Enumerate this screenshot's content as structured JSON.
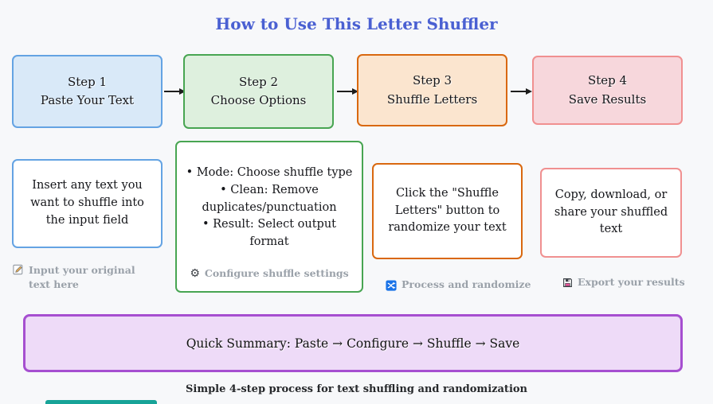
{
  "title": "How to Use This Letter Shuffler",
  "steps": [
    {
      "label": "Step 1",
      "name": "Paste Your Text",
      "description": "Insert any text you want to shuffle into the input field",
      "caption": "Input your original text here",
      "icon": "memo-pencil-icon"
    },
    {
      "label": "Step 2",
      "name": "Choose Options",
      "bullets": [
        "• Mode: Choose shuffle type",
        "• Clean: Remove duplicates/punctuation",
        "• Result: Select output format"
      ],
      "caption": "Configure shuffle settings",
      "icon": "gear-icon"
    },
    {
      "label": "Step 3",
      "name": "Shuffle Letters",
      "description": "Click the \"Shuffle Letters\" button to randomize your text",
      "caption": "Process and randomize",
      "icon": "shuffle-icon"
    },
    {
      "label": "Step 4",
      "name": "Save Results",
      "description": "Copy, download, or share your shuffled text",
      "caption": "Export your results",
      "icon": "floppy-disk-icon"
    }
  ],
  "summary": "Quick Summary: Paste → Configure → Shuffle → Save",
  "footer": "Simple 4-step process for text shuffling and randomization",
  "icons": {
    "gear": "⚙"
  },
  "colors": {
    "title": "#4a60d2",
    "step1_bg": "#d9e9f8",
    "step1_border": "#64a3e3",
    "step2_bg": "#def0de",
    "step2_border": "#48a552",
    "step3_bg": "#fbe5cf",
    "step3_border": "#d9680f",
    "step4_bg": "#f7d7dc",
    "step4_border": "#f09090",
    "summary_bg": "#eedbf8",
    "summary_border": "#a64fd0",
    "shuffle_icon_blue": "#1a73e8",
    "teal_bar": "#17a398"
  }
}
